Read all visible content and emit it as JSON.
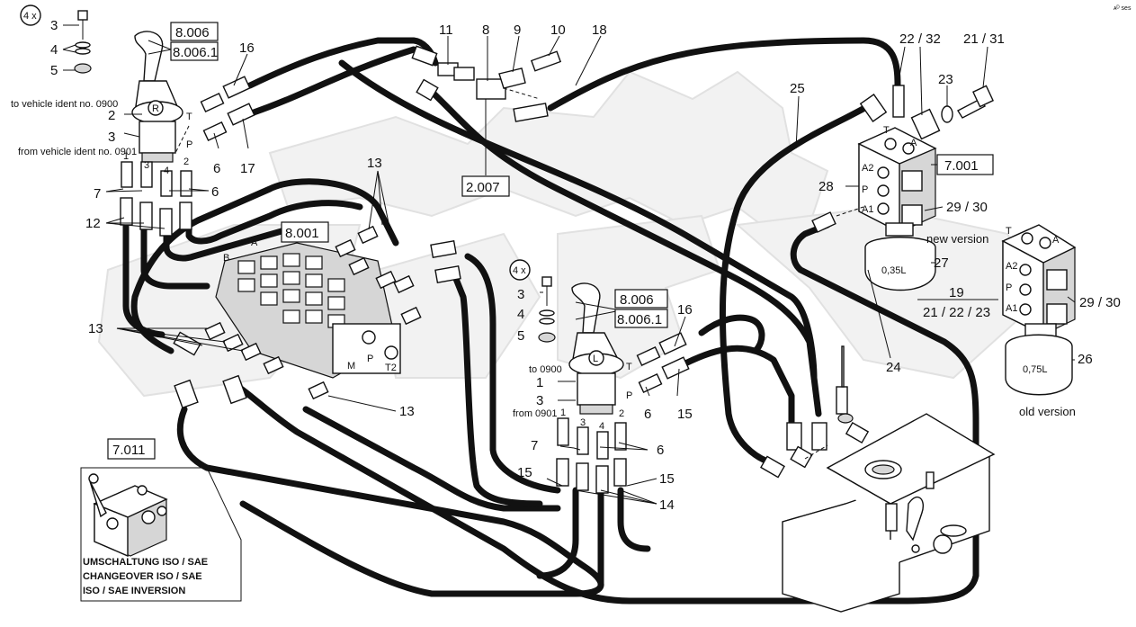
{
  "corner_mark": "ᴀᴰ ses",
  "callouts": {
    "qty_4x_a": "4 x",
    "qty_4x_b": "4 x",
    "n1": "1",
    "n2": "2",
    "n3a": "3",
    "n3b": "3",
    "n3c": "3",
    "n3d": "3",
    "n4a": "4",
    "n4b": "4",
    "n5a": "5",
    "n5b": "5",
    "n6a": "6",
    "n6b": "6",
    "n6c": "6",
    "n6d": "6",
    "n7a": "7",
    "n7b": "7",
    "n8": "8",
    "n9": "9",
    "n10": "10",
    "n11": "11",
    "n12": "12",
    "n13a": "13",
    "n13b": "13",
    "n13c": "13",
    "n14": "14",
    "n15a": "15",
    "n15b": "15",
    "n15c": "15",
    "n16a": "16",
    "n16b": "16",
    "n17": "17",
    "n18": "18",
    "n19": "19",
    "n21_22_23": "21 / 22 / 23",
    "n22_32": "22 / 32",
    "n21_31": "21 / 31",
    "n23": "23",
    "n24": "24",
    "n25": "25",
    "n26": "26",
    "n27": "27",
    "n28": "28",
    "n29_30a": "29 / 30",
    "n29_30b": "29 / 30"
  },
  "ref_boxes": {
    "r8006a": "8.006",
    "r8006_1a": "8.006.1",
    "r8006b": "8.006",
    "r8006_1b": "8.006.1",
    "r8001": "8.001",
    "r2007": "2.007",
    "r7001": "7.001",
    "r7011": "7.011"
  },
  "notes": {
    "to_vehicle": "to vehicle ident no. 0900",
    "from_vehicle": "from vehicle ident no. 0901",
    "to0900": "to 0900",
    "from0901": "from 0901",
    "new_version": "new version",
    "old_version": "old version",
    "acc_small": "0,35L",
    "acc_large": "0,75L"
  },
  "port_letters": {
    "R": "R",
    "L": "L",
    "T1": "T",
    "P1": "P",
    "T2": "T",
    "P2": "P",
    "A2a": "A2",
    "Pa": "P",
    "A1a": "A1",
    "Ta": "T",
    "Aa": "A",
    "A2b": "A2",
    "Pb": "P",
    "A1b": "A1",
    "Tb": "T",
    "Ab": "A",
    "Av": "A",
    "Bv": "B",
    "Mv": "M",
    "Pv": "P",
    "T2v": "T2"
  },
  "port_numbers": {
    "p1a": "1",
    "p3a": "3",
    "p4a": "4",
    "p2a": "2",
    "p1b": "1",
    "p3b": "3",
    "p4b": "4",
    "p2b": "2"
  },
  "inset": {
    "line1": "UMSCHALTUNG ISO / SAE",
    "line2": "CHANGEOVER ISO / SAE",
    "line3": "ISO / SAE INVERSION"
  },
  "icons": [
    "joystick-icon",
    "valve-block-icon",
    "accumulator-icon",
    "hydraulic-tank-icon",
    "hose-fitting-icon",
    "bolt-icon"
  ]
}
